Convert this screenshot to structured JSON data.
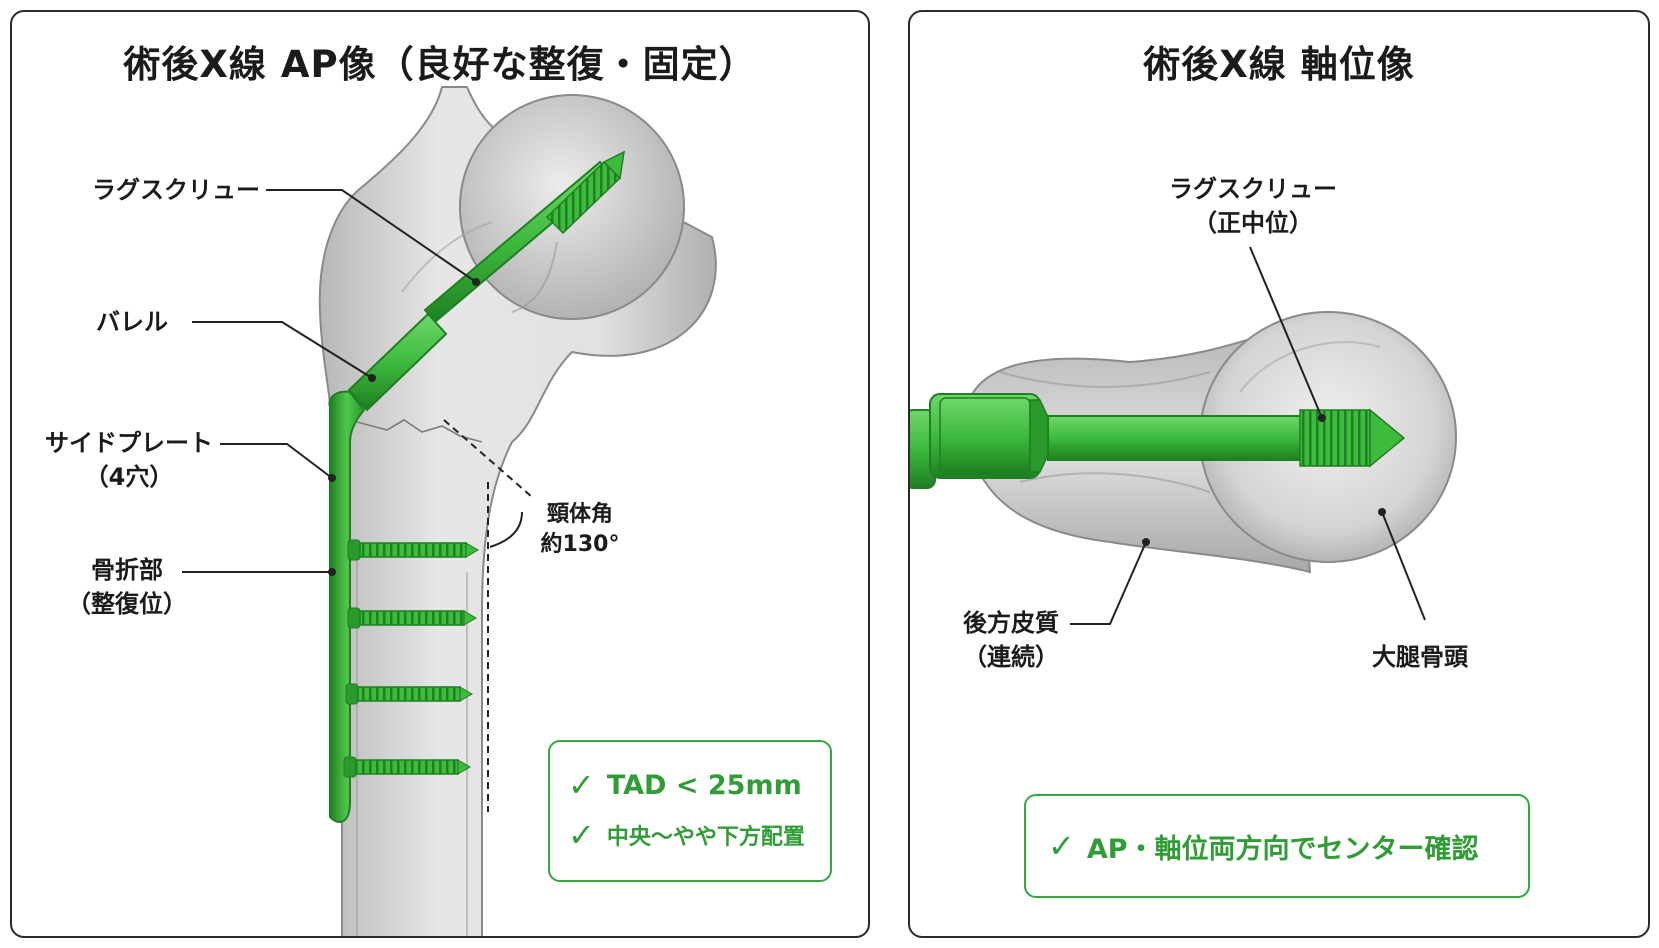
{
  "colors": {
    "implant": "#3dbb3d",
    "implant_dark": "#1f7f22",
    "check_text": "#2f9c35",
    "bone_fill": "#d9d9d9",
    "panel_border": "#2b2b2b"
  },
  "ap_view": {
    "title": "術後X線 AP像（良好な整復・固定）",
    "labels": {
      "lag_screw": "ラグスクリュー",
      "barrel": "バレル",
      "side_plate": "サイドプレート",
      "side_plate_sub": "（4穴）",
      "fracture_site": "骨折部",
      "fracture_site_sub": "（整復位）",
      "neck_shaft_angle": "頸体角",
      "neck_shaft_angle_value": "約130°"
    },
    "checks": [
      {
        "icon": "checkmark-icon",
        "text": "TAD < 25mm"
      },
      {
        "icon": "checkmark-icon",
        "text": "中央〜やや下方配置"
      }
    ]
  },
  "axial_view": {
    "title": "術後X線 軸位像",
    "labels": {
      "lag_screw": "ラグスクリュー",
      "lag_screw_sub": "（正中位）",
      "posterior_cortex": "後方皮質",
      "posterior_cortex_sub": "（連続）",
      "femoral_head": "大腿骨頭"
    },
    "checks": [
      {
        "icon": "checkmark-icon",
        "text": "AP・軸位両方向でセンター確認"
      }
    ]
  }
}
